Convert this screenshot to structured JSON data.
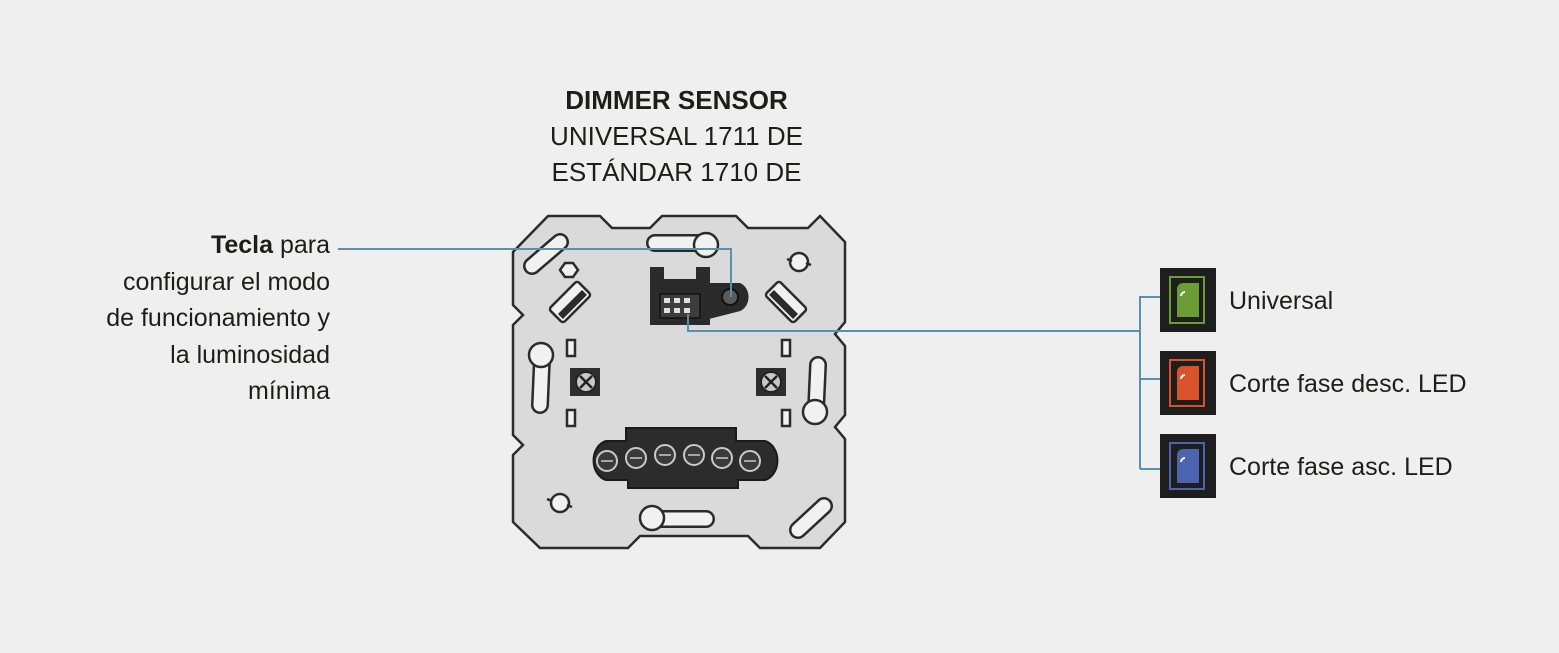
{
  "title": {
    "line1": "DIMMER SENSOR",
    "line2": "UNIVERSAL 1711 DE",
    "line3": "ESTÁNDAR 1710 DE"
  },
  "callout": {
    "bold": "Tecla",
    "rest_line1": " para",
    "line2": "configurar el modo",
    "line3": "de funcionamiento y",
    "line4": "la luminosidad",
    "line5": "mínima"
  },
  "modes": [
    {
      "label": "Universal",
      "color": "#6a9e34"
    },
    {
      "label": "Corte fase desc. LED",
      "color": "#d8532a"
    },
    {
      "label": "Corte fase asc. LED",
      "color": "#4a64b0"
    }
  ],
  "colors": {
    "background": "#efefef",
    "plate": "#dadada",
    "outline": "#2b2b2b",
    "leader": "#5a8fae",
    "indicator_bg": "#1e1e1e"
  }
}
